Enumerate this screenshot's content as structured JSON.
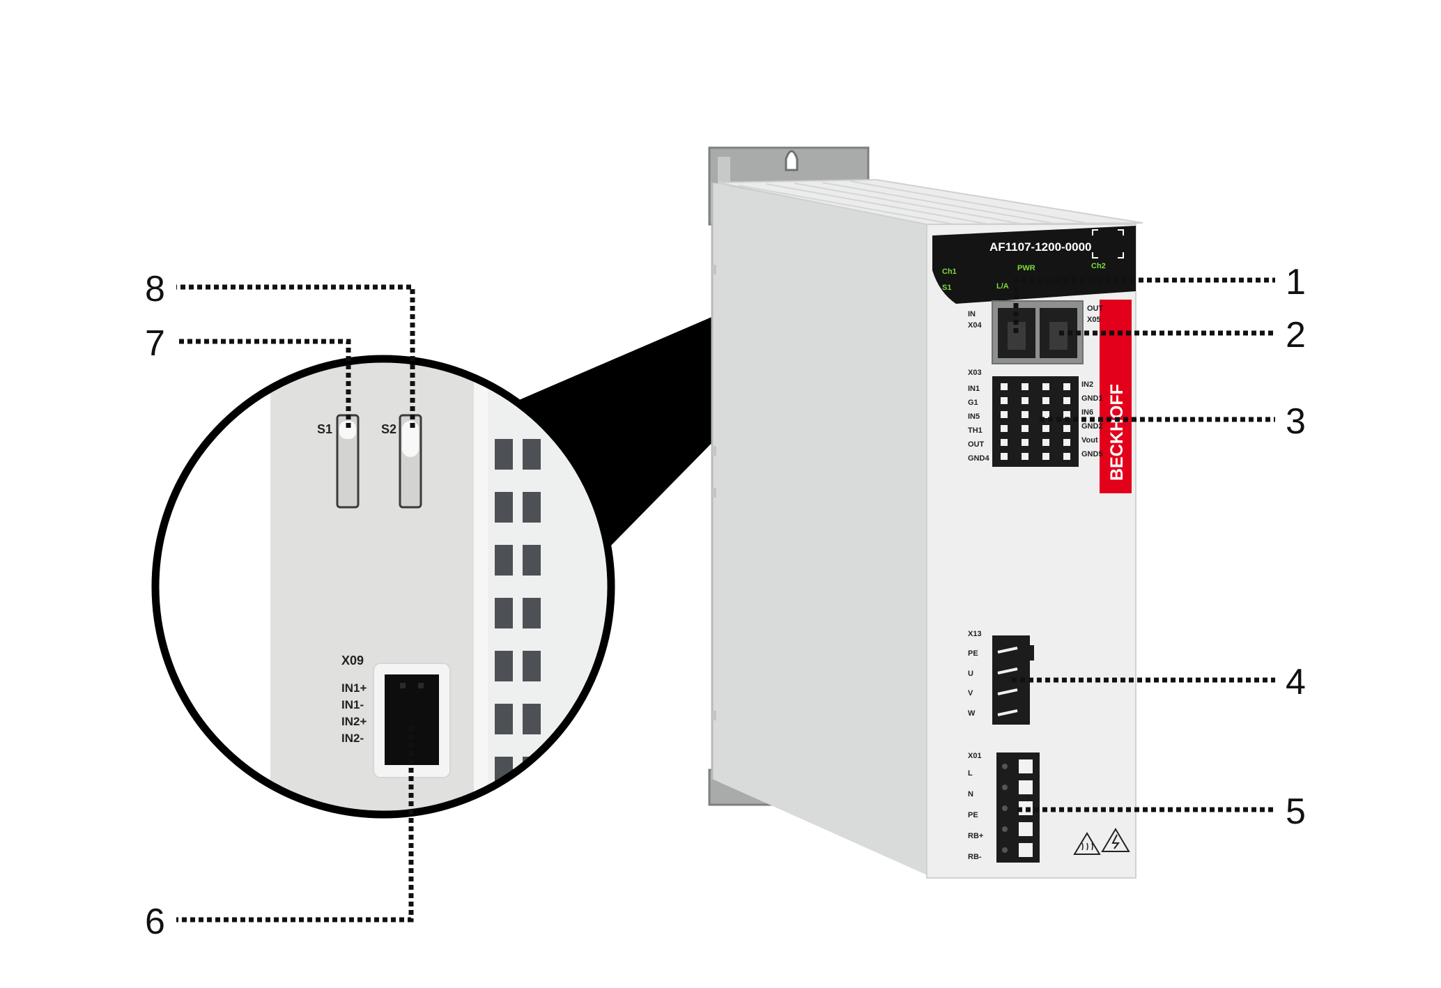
{
  "device": {
    "model": "AF1107-1200-0000",
    "brand": "BECKHOFF",
    "leds": {
      "ch1": "Ch1",
      "pwr": "PWR",
      "ch2": "Ch2",
      "s1": "S1",
      "la": "L/A"
    },
    "connectors": {
      "x04": {
        "in": "IN",
        "id": "X04"
      },
      "x05": {
        "out": "OUT",
        "id": "X05"
      },
      "x03": {
        "id": "X03",
        "left_pins": [
          "IN1",
          "G1",
          "IN5",
          "TH1",
          "OUT",
          "GND4"
        ],
        "right_pins": [
          "IN2",
          "GND1",
          "IN6",
          "GND2",
          "Vout",
          "GND5"
        ]
      },
      "x13": {
        "id": "X13",
        "pins": [
          "PE",
          "U",
          "V",
          "W"
        ]
      },
      "x01": {
        "id": "X01",
        "pins": [
          "L",
          "N",
          "PE",
          "RB+",
          "RB-"
        ]
      }
    }
  },
  "zoom": {
    "switches": [
      "S1",
      "S2"
    ],
    "x09": {
      "id": "X09",
      "pins": [
        "IN1+",
        "IN1-",
        "IN2+",
        "IN2-"
      ]
    }
  },
  "callouts": [
    "1",
    "2",
    "3",
    "4",
    "5",
    "6",
    "7",
    "8"
  ],
  "colors": {
    "accent_red": "#e3001b",
    "led_green": "#7ddc3c",
    "housing": "#e6e7e7",
    "front_black": "#141414"
  }
}
